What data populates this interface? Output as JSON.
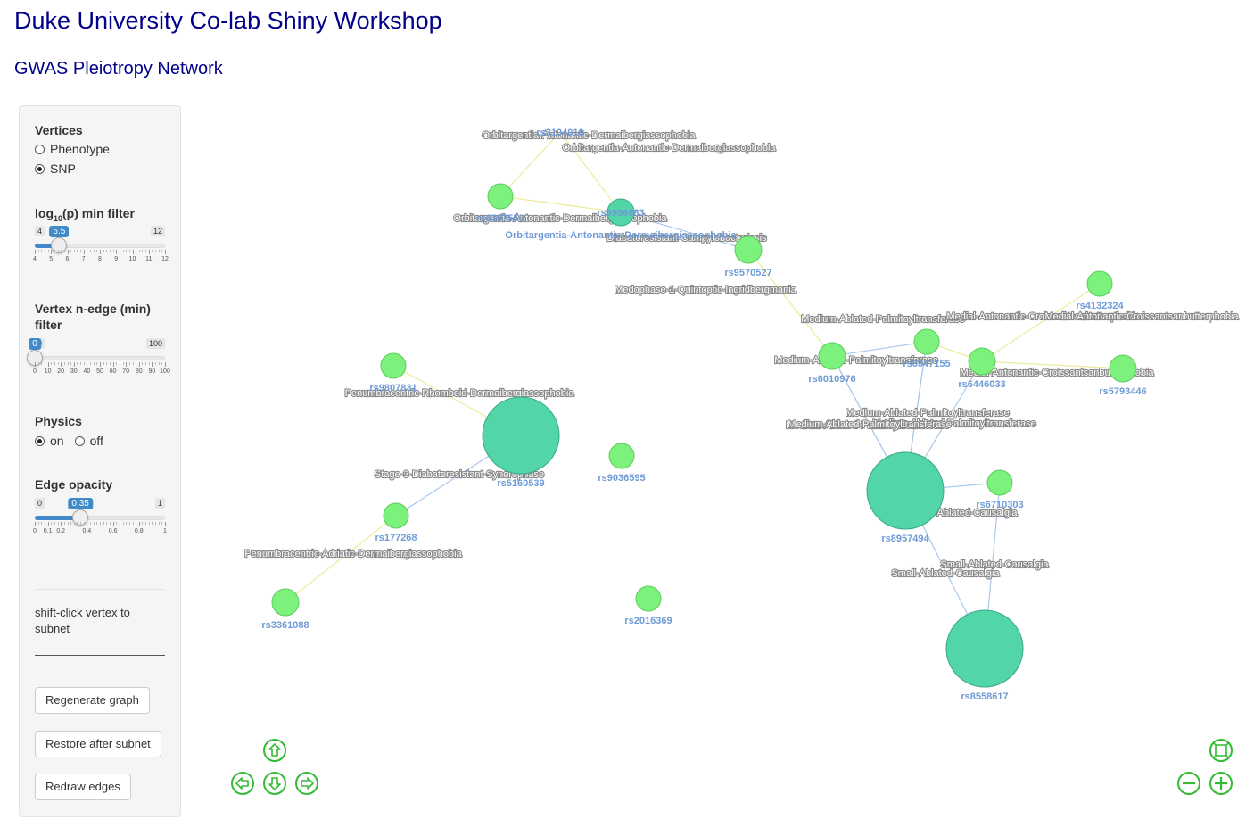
{
  "header": {
    "title": "Duke University Co-lab Shiny Workshop",
    "subtitle": "GWAS Pleiotropy Network"
  },
  "sidebar": {
    "vertices": {
      "label": "Vertices",
      "options": [
        "Phenotype",
        "SNP"
      ],
      "selected": "SNP"
    },
    "pfilter": {
      "label_pre": "log",
      "label_sub": "10",
      "label_post": "(p) min filter",
      "min": 4,
      "max": 12,
      "value": 5.5,
      "min_label": "4",
      "max_label": "12",
      "value_label": "5.5",
      "tick_labels": [
        "4",
        "5",
        "6",
        "7",
        "8",
        "9",
        "10",
        "11",
        "12"
      ]
    },
    "nedge": {
      "label": "Vertex n-edge (min) filter",
      "min": 0,
      "max": 100,
      "value": 0,
      "min_label": "0",
      "max_label": "100",
      "value_label": "0",
      "tick_labels": [
        "0",
        "10",
        "20",
        "30",
        "40",
        "50",
        "60",
        "70",
        "80",
        "90",
        "100"
      ]
    },
    "physics": {
      "label": "Physics",
      "options": [
        "on",
        "off"
      ],
      "selected": "on"
    },
    "opacity": {
      "label": "Edge opacity",
      "min": 0,
      "max": 1,
      "value": 0.35,
      "min_label": "0",
      "max_label": "1",
      "value_label": "0.35",
      "tick_values": [
        0,
        0.1,
        0.2,
        0.4,
        0.6,
        0.8,
        1
      ],
      "tick_labels": [
        "0",
        "0.1",
        "0.2",
        "0.4",
        "0.6",
        "0.8",
        "1"
      ]
    },
    "hint": "shift-click vertex to subnet",
    "buttons": {
      "regenerate": "Regenerate graph",
      "restore": "Restore after subnet",
      "redraw": "Redraw edges"
    }
  },
  "network": {
    "colors": {
      "snp_node": "#7cf27c",
      "snp_border": "#5ccc5c",
      "phen_node": "#52d6a8",
      "phen_border": "#3aa888",
      "edge_blue": "#a9c8ee",
      "edge_yellow": "#ecec9a",
      "label_snp": "#6f9bd6",
      "label_phen": "#ffffff",
      "nav": "#33bb33"
    },
    "nodes": [
      {
        "id": "n1",
        "label": "rs3104010",
        "type": "snp"
      },
      {
        "id": "n2",
        "label": "rs6397553",
        "type": "snp"
      },
      {
        "id": "n3",
        "label": "Orbitargentia-Antonantic-Dermaibergiassophobia",
        "type": "phenotype"
      },
      {
        "id": "n4",
        "label": "rs9996683",
        "type": "snp"
      },
      {
        "id": "n5",
        "label": "rs9570527",
        "type": "snp"
      },
      {
        "id": "n6",
        "label": "rs4132324",
        "type": "snp"
      },
      {
        "id": "n7",
        "label": "rs6347155",
        "type": "snp"
      },
      {
        "id": "n8",
        "label": "rs6010976",
        "type": "snp"
      },
      {
        "id": "n9",
        "label": "rs6446033",
        "type": "snp"
      },
      {
        "id": "n10",
        "label": "rs5793446",
        "type": "snp"
      },
      {
        "id": "n11",
        "label": "rs9807831",
        "type": "snp"
      },
      {
        "id": "n12",
        "label": "rs5160539",
        "type": "phenotype"
      },
      {
        "id": "n13",
        "label": "rs9036595",
        "type": "snp"
      },
      {
        "id": "n14",
        "label": "rs177268",
        "type": "snp"
      },
      {
        "id": "n15",
        "label": "rs3361088",
        "type": "snp"
      },
      {
        "id": "n16",
        "label": "rs2016369",
        "type": "snp"
      },
      {
        "id": "n17",
        "label": "rs8957494",
        "type": "phenotype"
      },
      {
        "id": "n18",
        "label": "rs6710303",
        "type": "snp"
      },
      {
        "id": "n19",
        "label": "rs8558617",
        "type": "phenotype"
      }
    ],
    "edges": [
      {
        "label": "Orbitargentia-Antonantic-Dermaibergiassophobia",
        "color": "yellow"
      },
      {
        "label": "Orbitargentia-Antonantic-Dermaibergiassophobia",
        "color": "yellow"
      },
      {
        "label": "Orbitargentia-Antonantic-Dermaibergiassophobia",
        "color": "yellow"
      },
      {
        "label": "Diabatoresistant-Campylobacteriosis",
        "color": "blue"
      },
      {
        "label": "Medophase-1-Quintoptic-Ingridbergmania",
        "color": "yellow"
      },
      {
        "label": "Medium-Ablated-Palmitoyltransferase",
        "color": "blue"
      },
      {
        "label": "Medium-Ablated-Palmitoyltransferase",
        "color": "blue"
      },
      {
        "label": "Medial-Antonantic-Croissantsanbutterphobia",
        "color": "yellow"
      },
      {
        "label": "Medial-Antonantic-Croissantsanbutterphobia",
        "color": "yellow"
      },
      {
        "label": "Medial-Antonantic-Croissantsanbutterphobia",
        "color": "yellow"
      },
      {
        "label": "Medium-Ablated-Palmitoyltransferase",
        "color": "blue"
      },
      {
        "label": "Medium-Ablated-Palmitoyltransferase",
        "color": "blue"
      },
      {
        "label": "Medium-Ablated-Palmitoyltransferase",
        "color": "blue"
      },
      {
        "label": "Medium-Ablated-Palmitoyltransferase",
        "color": "blue"
      },
      {
        "label": "Penumbracentric-Rhomboid-Dermaibergiassophobia",
        "color": "yellow"
      },
      {
        "label": "Stage-3-Diabatoresistant-Syndrophase",
        "color": "blue"
      },
      {
        "label": "Penumbracentric-Adriatic-Dermaibergiassophobia",
        "color": "yellow"
      },
      {
        "label": "Small-Ablated-Causalgia",
        "color": "blue"
      },
      {
        "label": "Small-Ablated-Causalgia",
        "color": "blue"
      },
      {
        "label": "Small-Ablated-Causalgia",
        "color": "blue"
      }
    ],
    "nav": {
      "up": "arrow-up-icon",
      "down": "arrow-down-icon",
      "left": "arrow-left-icon",
      "right": "arrow-right-icon",
      "zoom_in": "zoom-in-icon",
      "zoom_out": "zoom-out-icon",
      "fit": "fit-view-icon"
    }
  }
}
